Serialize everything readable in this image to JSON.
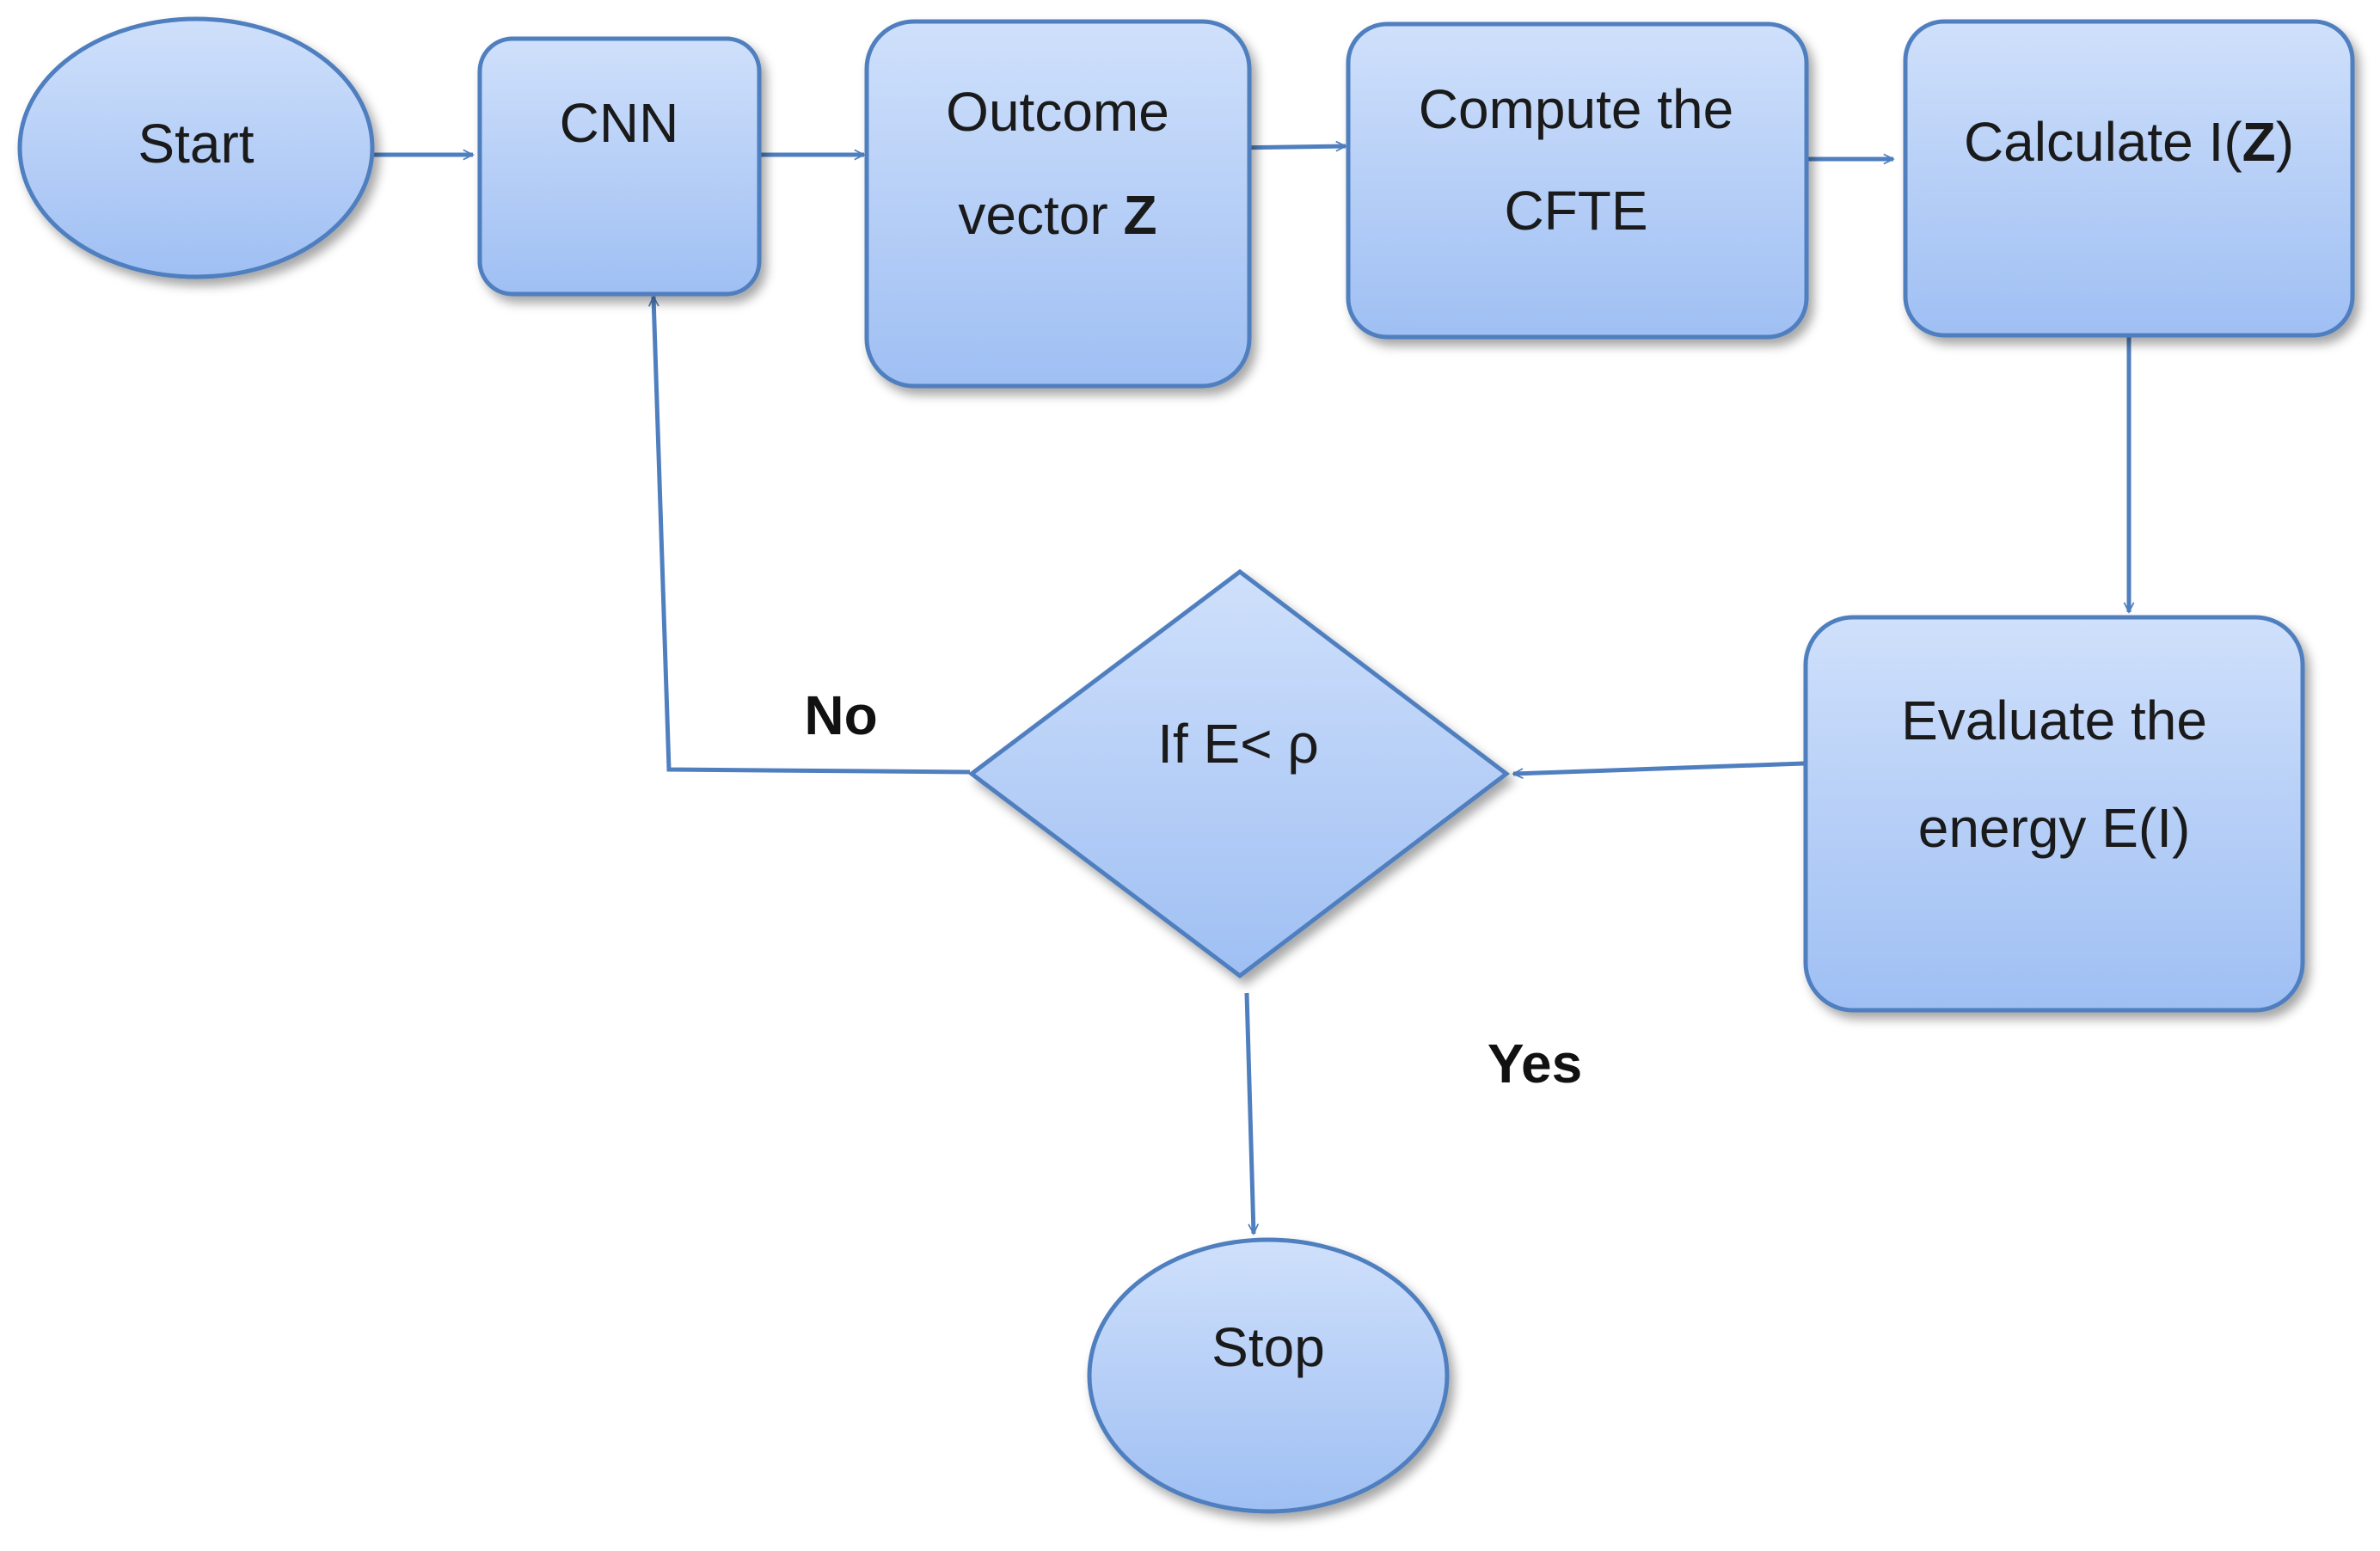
{
  "nodes": {
    "start": {
      "label": "Start"
    },
    "cnn": {
      "label": "CNN"
    },
    "outcome": {
      "line1": "Outcome",
      "line2_text": "vector ",
      "line2_bold": "Z"
    },
    "cfte": {
      "line1": "Compute the",
      "line2": "CFTE"
    },
    "calc": {
      "text": "Calculate I(",
      "bold": "Z",
      "close": ")"
    },
    "evaluate": {
      "line1": "Evaluate the",
      "line2": "energy E(I)"
    },
    "decision": {
      "label": "If E< ρ"
    },
    "stop": {
      "label": "Stop"
    }
  },
  "edges": {
    "no_label": "No",
    "yes_label": "Yes"
  },
  "colors": {
    "fill_top": "#cfe0fb",
    "fill_bottom": "#9fbff3",
    "stroke": "#4f7fbf"
  }
}
